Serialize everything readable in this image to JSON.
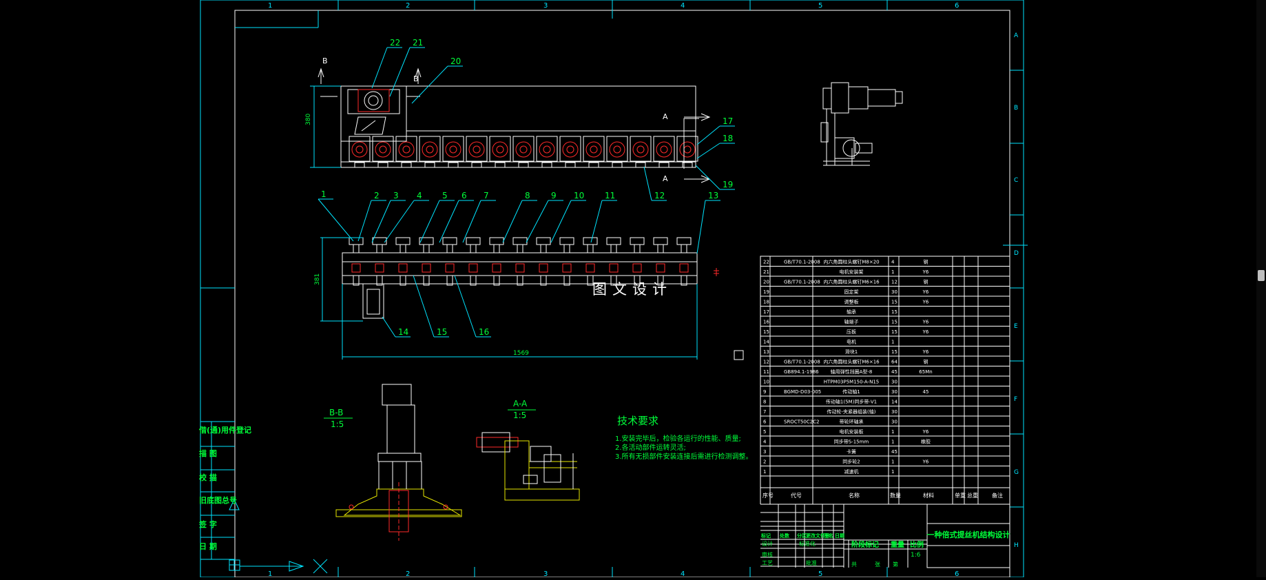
{
  "drawing": {
    "title": "一种倍式提丝机结构设计",
    "scale": "1:6",
    "watermark": "图文设计",
    "colors": {
      "frame": "#00e5ff",
      "line": "#ffffff",
      "label": "#00ff3a",
      "red": "#ff2a2a",
      "yellow": "#e8e800"
    }
  },
  "grid": {
    "cols": [
      "1",
      "2",
      "3",
      "4",
      "5",
      "6"
    ],
    "rows": [
      "A",
      "B",
      "C",
      "D",
      "E",
      "F",
      "G",
      "H"
    ]
  },
  "balloons_top": [
    "22",
    "21",
    "20",
    "17",
    "18",
    "19",
    "12"
  ],
  "balloons_front": [
    "1",
    "2",
    "3",
    "4",
    "5",
    "6",
    "7",
    "8",
    "9",
    "10",
    "11",
    "13",
    "14",
    "15",
    "16"
  ],
  "section_marks": {
    "b": "B",
    "a": "A"
  },
  "dimensions": {
    "height_top": "380",
    "height_front": "381",
    "width_front": "1569"
  },
  "sections": {
    "bb": {
      "label": "B-B",
      "scale": "1:5"
    },
    "aa": {
      "label": "A-A",
      "scale": "1:5"
    }
  },
  "tech_req": {
    "title": "技术要求",
    "lines": [
      "1.安装完毕后，检验各运行的性能、质量;",
      "2.各活动部件运转灵活;",
      "3.所有无损部件安装连接后需进行检测调整。"
    ]
  },
  "bom": {
    "header": {
      "no": "序号",
      "code": "代号",
      "name": "名称",
      "qty": "数量",
      "material": "材料",
      "unit_w": "单重",
      "total_w": "总重",
      "remark": "备注"
    },
    "rows": [
      {
        "no": "22",
        "code": "GB/T70.1-2008",
        "name": "内六角圆柱头螺钉M8×20",
        "qty": "4",
        "material": "钢"
      },
      {
        "no": "21",
        "code": "",
        "name": "电机安装架",
        "qty": "1",
        "material": "Y6"
      },
      {
        "no": "20",
        "code": "GB/T70.1-2008",
        "name": "内六角圆柱头螺钉M6×16",
        "qty": "12",
        "material": "钢"
      },
      {
        "no": "19",
        "code": "",
        "name": "固定架",
        "qty": "30",
        "material": "Y6"
      },
      {
        "no": "18",
        "code": "",
        "name": "调整板",
        "qty": "15",
        "material": "Y6"
      },
      {
        "no": "17",
        "code": "",
        "name": "轴承",
        "qty": "15",
        "material": ""
      },
      {
        "no": "16",
        "code": "",
        "name": "轴端子",
        "qty": "15",
        "material": "Y6"
      },
      {
        "no": "15",
        "code": "",
        "name": "压板",
        "qty": "15",
        "material": "Y6"
      },
      {
        "no": "14",
        "code": "",
        "name": "电机",
        "qty": "1",
        "material": ""
      },
      {
        "no": "13",
        "code": "",
        "name": "滑块1",
        "qty": "15",
        "material": "Y6"
      },
      {
        "no": "12",
        "code": "GB/T70.1-2008",
        "name": "内六角圆柱头螺钉M6×16",
        "qty": "64",
        "material": "钢"
      },
      {
        "no": "11",
        "code": "GB894.1-1986",
        "name": "轴用弹性挡圈A型-8",
        "qty": "45",
        "material": "65Mn"
      },
      {
        "no": "10",
        "code": "",
        "name": "HTPM03P5M150-A-N15",
        "qty": "30",
        "material": ""
      },
      {
        "no": "9",
        "code": "BGMD-D03-005",
        "name": "传动轴1",
        "qty": "30",
        "material": "45"
      },
      {
        "no": "8",
        "code": "",
        "name": "传动轴1(5M)同步带-V1",
        "qty": "14",
        "material": ""
      },
      {
        "no": "7",
        "code": "",
        "name": "传动轮-夹紧器组装(轴)",
        "qty": "30",
        "material": ""
      },
      {
        "no": "6",
        "code": "SROCT50C2C2",
        "name": "带轮环轴承",
        "qty": "30",
        "material": ""
      },
      {
        "no": "5",
        "code": "",
        "name": "电机安装板",
        "qty": "1",
        "material": "Y6"
      },
      {
        "no": "4",
        "code": "",
        "name": "同步带S-15mm",
        "qty": "1",
        "material": "橡胶"
      },
      {
        "no": "3",
        "code": "",
        "name": "卡簧",
        "qty": "45",
        "material": ""
      },
      {
        "no": "2",
        "code": "",
        "name": "同步轮2",
        "qty": "1",
        "material": "Y6"
      },
      {
        "no": "1",
        "code": "",
        "name": "减速机",
        "qty": "1",
        "material": ""
      }
    ]
  },
  "title_block": {
    "left_labels": [
      "标记",
      "处数",
      "分区",
      "更改文件号",
      "签名",
      "日期"
    ],
    "stage": "阶段标记",
    "weight": "重量",
    "scale_label": "比例",
    "design": "设计",
    "std": "标准化",
    "review": "审核",
    "process": "工艺",
    "approve": "批准",
    "sheet": "共",
    "sheet2": "张",
    "page": "第"
  },
  "side_stamp": [
    "借(通)用件登记",
    "描 图",
    "校 描",
    "旧底图总号",
    "签 字",
    "日 期"
  ]
}
